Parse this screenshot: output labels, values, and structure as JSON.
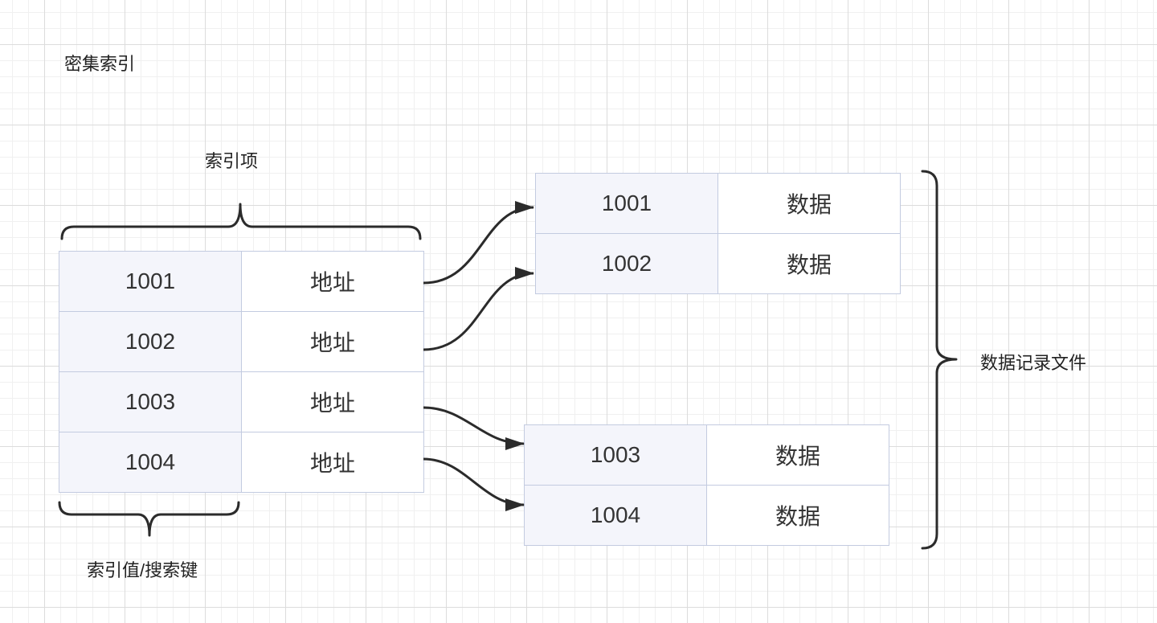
{
  "title": "密集索引",
  "labels": {
    "index_item": "索引项",
    "index_key": "索引值/搜索键",
    "data_file": "数据记录文件"
  },
  "index_table": {
    "rows": [
      {
        "key": "1001",
        "value": "地址"
      },
      {
        "key": "1002",
        "value": "地址"
      },
      {
        "key": "1003",
        "value": "地址"
      },
      {
        "key": "1004",
        "value": "地址"
      }
    ]
  },
  "data_table_top": {
    "rows": [
      {
        "key": "1001",
        "value": "数据"
      },
      {
        "key": "1002",
        "value": "数据"
      }
    ]
  },
  "data_table_bottom": {
    "rows": [
      {
        "key": "1003",
        "value": "数据"
      },
      {
        "key": "1004",
        "value": "数据"
      }
    ]
  },
  "colors": {
    "key_cell": "#f4f5fb",
    "value_cell": "#ffffff",
    "border": "#c3cbe0",
    "stroke": "#2b2b2b"
  }
}
